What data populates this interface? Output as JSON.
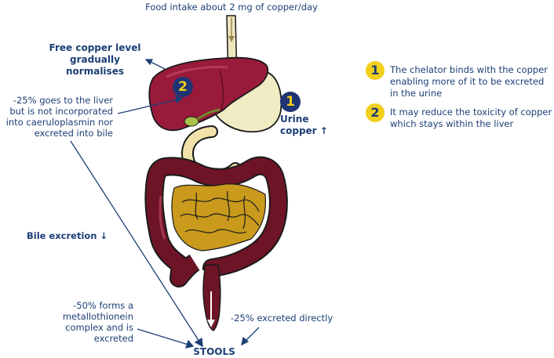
{
  "top": {
    "food_intake": "Food intake about 2 mg of copper/day"
  },
  "liver_note": {
    "free_copper": "Free copper level gradually normalises",
    "badge": "2"
  },
  "left_notes": {
    "liver_percent": "-25% goes to the liver but is not incorporated into caeruloplasmin nor excreted into bile",
    "bile_excretion": "Bile excretion",
    "bile_arrow": "↓",
    "metallothionein": "-50% forms a metallothionein complex and is excreted"
  },
  "urine": {
    "badge": "1",
    "label_line1": "Urine",
    "label_line2": "copper",
    "arrow": "↑"
  },
  "bottom": {
    "excreted_directly": "-25% excreted directly",
    "stools": "STOOLS"
  },
  "legend": [
    {
      "num": "1",
      "text": "The chelator binds with the copper enabling more of it to be excreted in the urine"
    },
    {
      "num": "2",
      "text": "It may reduce the toxicity of copper which stays within the liver"
    }
  ],
  "colors": {
    "text": "#1c3f75",
    "liver": "#9a1a3c",
    "colon": "#6e1427",
    "small_intestine": "#c99a1c",
    "stomach": "#f1ebc4",
    "badge_yellow": "#f2cf1a",
    "badge_navy": "#1f3472"
  }
}
